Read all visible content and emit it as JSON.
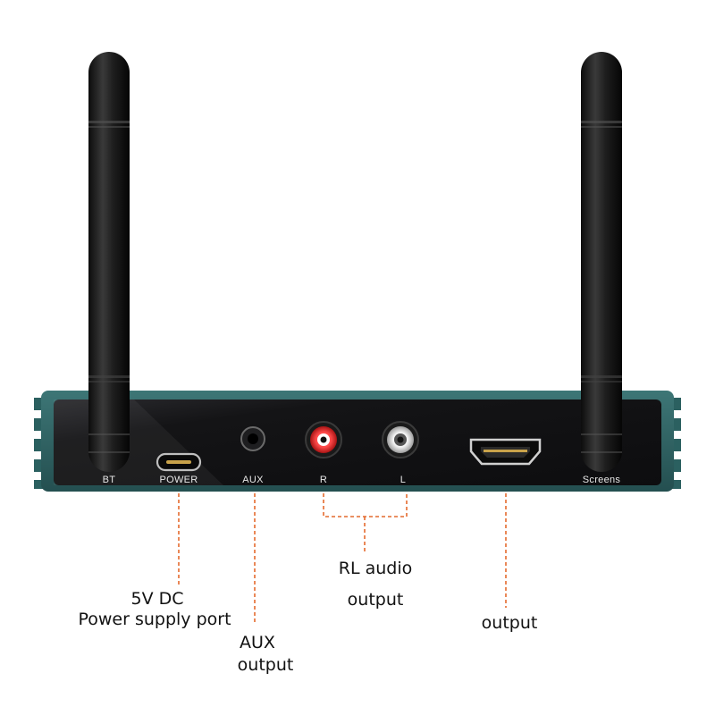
{
  "device": {
    "body_color": "#2e6464",
    "panel_color": "#141416",
    "port_labels": {
      "bt": "BT",
      "power": "POWER",
      "aux": "AUX",
      "r": "R",
      "l": "L",
      "screens": "Screens"
    },
    "rca_colors": {
      "r": "#d62828",
      "l": "#d8d8d8"
    }
  },
  "callouts": {
    "power_line1": "5V DC",
    "power_line2": "Power supply port",
    "aux_line1": "AUX",
    "aux_line2": "output",
    "rl_line1": "RL audio",
    "rl_line2": "output",
    "hdmi": "output"
  },
  "leader_color": "#e46a2e"
}
